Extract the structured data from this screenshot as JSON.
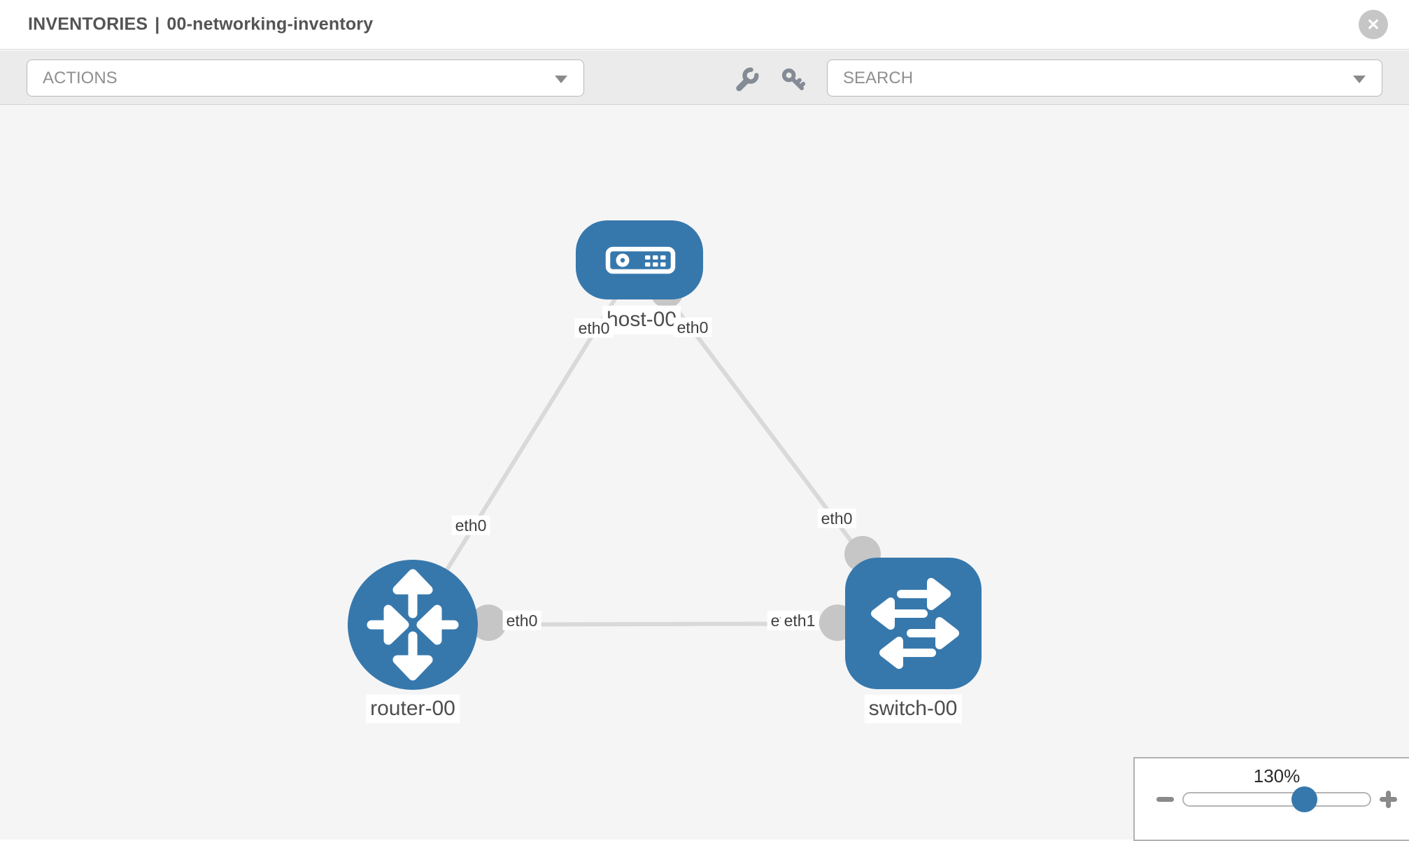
{
  "window": {
    "header": {
      "section_label": "INVENTORIES",
      "separator": "|",
      "inventory_name": "00-networking-inventory",
      "close_icon_glyph": "✕"
    },
    "toolbar": {
      "actions_dropdown": {
        "label": "ACTIONS"
      },
      "search_dropdown": {
        "label": "SEARCH"
      },
      "tools": [
        {
          "icon": "wrench-icon"
        },
        {
          "icon": "key-icon"
        }
      ]
    }
  },
  "diagram": {
    "nodes": [
      {
        "id": "host-00",
        "type": "host",
        "label": "host-00"
      },
      {
        "id": "router-00",
        "type": "router",
        "label": "router-00"
      },
      {
        "id": "switch-00",
        "type": "switch",
        "label": "switch-00"
      }
    ],
    "links": [
      {
        "from": "host-00",
        "to": "router-00",
        "from_interface": "eth0",
        "to_interface": "eth0"
      },
      {
        "from": "host-00",
        "to": "switch-00",
        "from_interface": "eth0",
        "to_interface": "eth0"
      },
      {
        "from": "router-00",
        "to": "switch-00",
        "from_interface": "eth0",
        "to_interface": "eth1",
        "to_interface_occluded": "eth0"
      }
    ]
  },
  "zoom_control": {
    "level": "130%"
  },
  "colors": {
    "node_blue": "#3778ac",
    "interface_gray": "#c6c6c6",
    "link_gray": "#d9d9d9",
    "canvas_bg": "#f5f5f6",
    "toolbar_bg": "#ebebeb"
  }
}
